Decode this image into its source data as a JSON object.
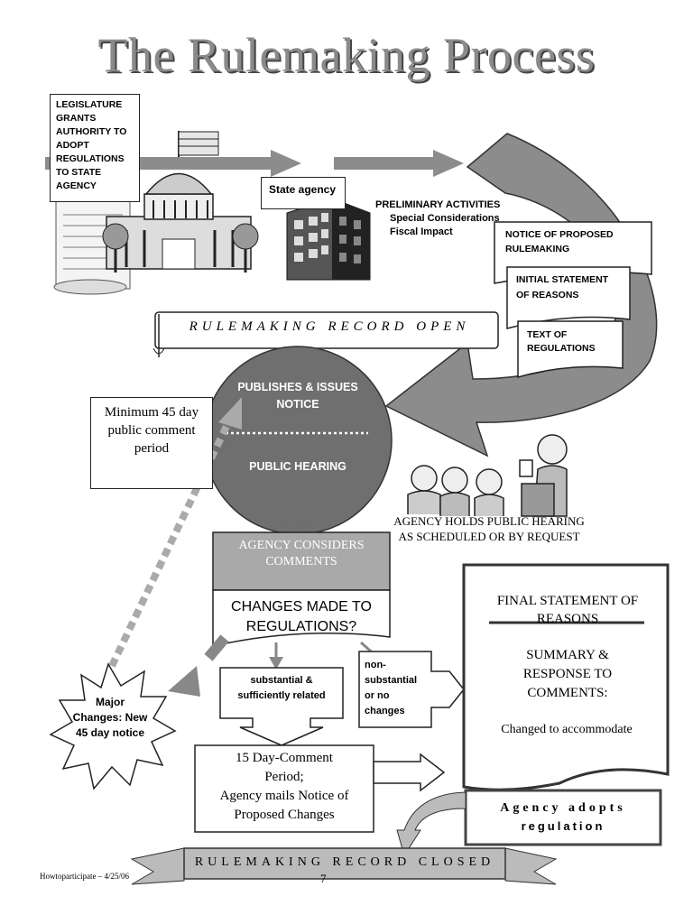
{
  "title": "The Rulemaking Process",
  "legislature": {
    "text": "LEGISLATURE GRANTS AUTHORITY TO ADOPT REGULATIONS TO STATE AGENCY"
  },
  "state_agency": "State agency",
  "preliminary": {
    "heading": "PRELIMINARY ACTIVITIES",
    "line1": "Special Considerations",
    "line2": "Fiscal Impact"
  },
  "docs": {
    "notice": "NOTICE OF PROPOSED RULEMAKING",
    "initial": "INITIAL STATEMENT OF REASONS",
    "text": "TEXT OF REGULATIONS"
  },
  "record_open": "RULEMAKING RECORD OPEN",
  "circle": {
    "top": "PUBLISHES & ISSUES NOTICE",
    "bottom": "PUBLIC HEARING"
  },
  "min_period": "Minimum 45 day public comment period",
  "hearing_caption": "AGENCY HOLDS PUBLIC HEARING AS SCHEDULED OR BY REQUEST",
  "considers": "AGENCY CONSIDERS COMMENTS",
  "changes_question": "CHANGES MADE TO REGULATIONS?",
  "substantial": "substantial & sufficiently related",
  "nonsubstantial": "non-substantial or no changes",
  "major_changes": "Major Changes: New 45 day notice",
  "fifteen_day": {
    "line1": "15 Day-Comment",
    "line2": "Period;",
    "line3": "Agency mails Notice of",
    "line4": "Proposed Changes"
  },
  "final_statement": {
    "heading": "FINAL STATEMENT OF REASONS",
    "summary": "SUMMARY & RESPONSE TO COMMENTS:",
    "changed": "Changed to accommodate"
  },
  "adopts": {
    "line1": "Agency adopts",
    "line2": "regulation"
  },
  "record_closed": "RULEMAKING RECORD CLOSED",
  "footer": {
    "left": "Howtoparticipate – 4/25/06",
    "page": "7"
  },
  "colors": {
    "title_gray": "#8a8a8a",
    "arrow_gray": "#8c8c8c",
    "circle_gray": "#6f6f6f",
    "considers_gray": "#a9a9a9"
  }
}
